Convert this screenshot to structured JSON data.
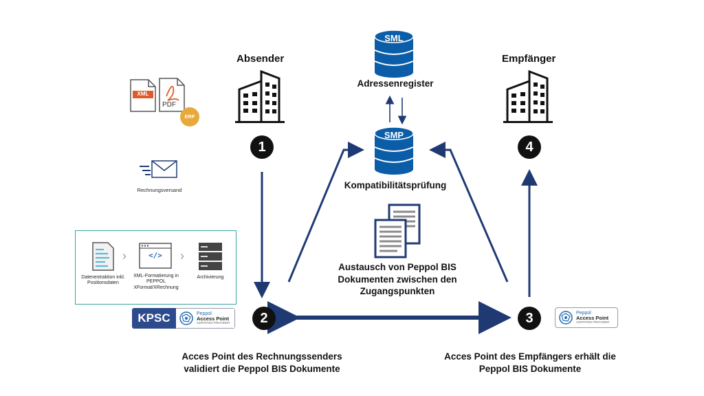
{
  "parties": {
    "sender": "Absender",
    "receiver": "Empfänger"
  },
  "registry": {
    "sml_label": "SML",
    "sml_caption": "Adressenregister",
    "smp_label": "SMP",
    "smp_caption": "Kompatibilitätsprüfung"
  },
  "steps": {
    "one": "1",
    "two": "2",
    "three": "3",
    "four": "4"
  },
  "files": {
    "xml": "XML",
    "pdf": "PDF",
    "erp": "ERP"
  },
  "mail": {
    "label": "Rechnungsversand"
  },
  "process": {
    "step1": "Datenextraktion inkl. Positionsdaten",
    "step2": "XML-Formatierung in PEPPOL XFormat/XRechnung",
    "step3": "Archivierung",
    "code_glyph": "</>"
  },
  "exchange": {
    "text": "Austausch von Peppol BIS Dokumenten zwischen den Zugangspunkten"
  },
  "badges": {
    "kpsc": "KPSC",
    "peppol": "Peppol",
    "access_point": "Access Point",
    "certified": "CERTIFIED PROVIDER"
  },
  "captions": {
    "sender_ap": "Acces Point des Rechnungssenders validiert die Peppol BIS Dokumente",
    "receiver_ap": "Acces Point des Empfängers erhält die Peppol BIS Dokumente"
  },
  "colors": {
    "navy": "#1f3a73",
    "db_blue": "#0b5da8",
    "orange": "#e05a2a",
    "erp_gold": "#e8a93a",
    "teal": "#3aa3a3",
    "kpsc_bg": "#2d4b8c"
  }
}
